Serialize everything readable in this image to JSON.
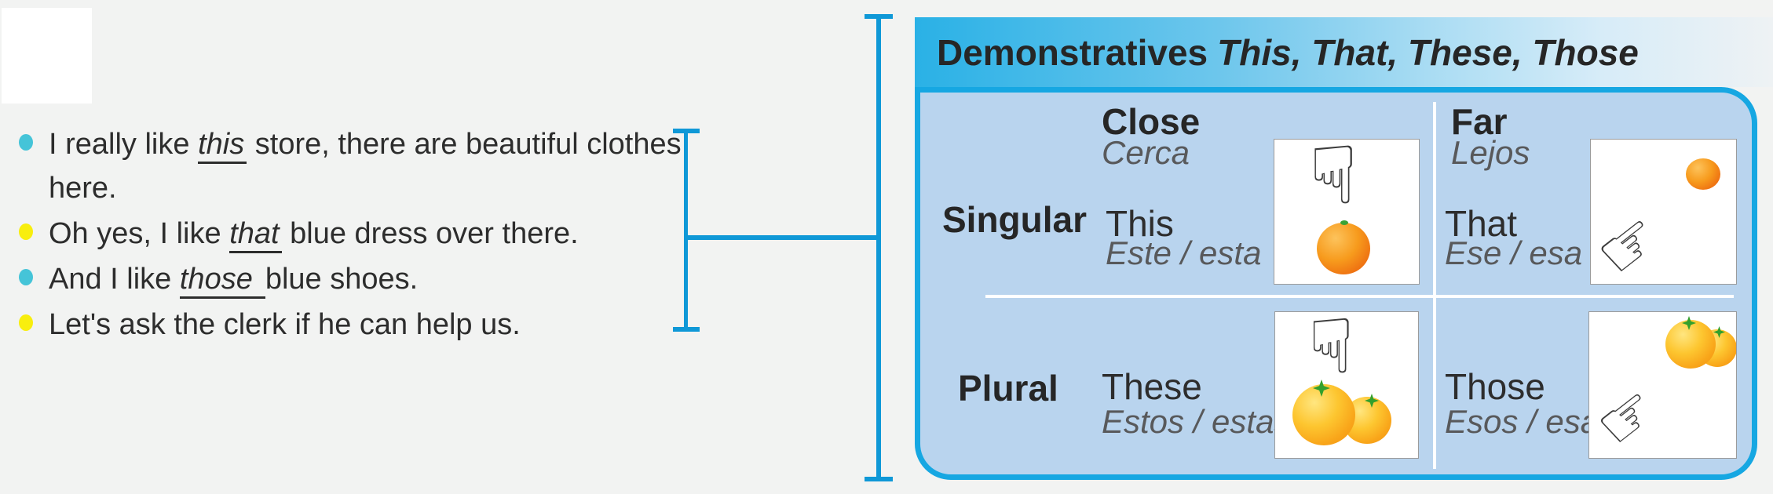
{
  "slide": {
    "background": "#f2f3f2"
  },
  "bullet_list": {
    "marker_colors": {
      "cyan": "#45c4d8",
      "yellow": "#f8ee0e"
    },
    "items": [
      {
        "marker": "cyan",
        "pre": "I really like ",
        "emph": "this",
        "post": " store, there are beautiful clothes here."
      },
      {
        "marker": "yellow",
        "pre": "Oh yes, I like ",
        "emph": "that",
        "post": " blue dress over there."
      },
      {
        "marker": "cyan",
        "pre": "And I like ",
        "emph": "those",
        "post": "blue shoes."
      },
      {
        "marker": "yellow",
        "pre": "Let's ask the clerk if he can help us."
      }
    ]
  },
  "connector": {
    "color": "#0f98d7"
  },
  "panel": {
    "title_main": "Demonstratives",
    "title_emph": "This, That, These, Those",
    "colors": {
      "border": "#16a7e2",
      "fill": "#b9d4ee",
      "band_gradient_left": "#2ab1e6",
      "band_gradient_right": "#eef2f4",
      "divider": "#ffffff",
      "spanish_text": "#58595b",
      "orange_fruit": "#f79b1d",
      "orange_fruit_plural": "#fdc630"
    },
    "columns": [
      {
        "en": "Close",
        "es": "Cerca"
      },
      {
        "en": "Far",
        "es": "Lejos"
      }
    ],
    "rows": [
      {
        "label": "Singular",
        "cells": [
          {
            "en": "This",
            "es": "Este / esta",
            "image": "hand-pointing-down-at-orange"
          },
          {
            "en": "That",
            "es": "Ese / esa",
            "image": "hand-pointing-up-right-at-distant-orange"
          }
        ]
      },
      {
        "label": "Plural",
        "cells": [
          {
            "en": "These",
            "es": "Estos / estas",
            "image": "hand-pointing-down-at-two-oranges"
          },
          {
            "en": "Those",
            "es": "Esos / esas",
            "image": "hand-pointing-up-right-at-two-distant-oranges"
          }
        ]
      }
    ]
  }
}
